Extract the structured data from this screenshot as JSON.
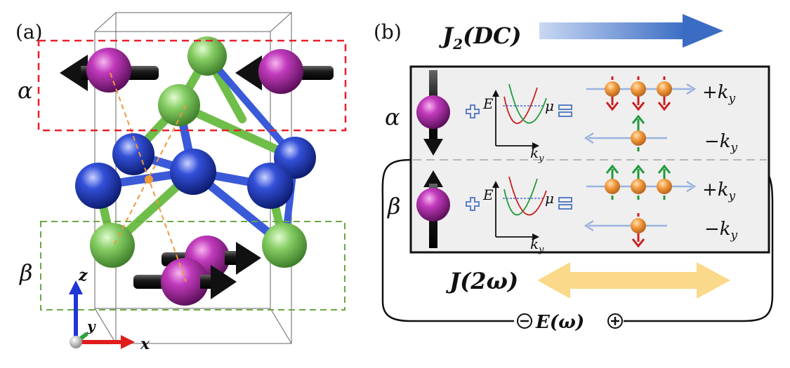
{
  "panel_a": {
    "label": "(a)",
    "alpha": "α",
    "beta": "β",
    "axes": {
      "z": "z",
      "y": "y",
      "x": "x"
    }
  },
  "panel_b": {
    "label": "(b)",
    "dc_current": {
      "base": "J",
      "sub": "2",
      "arg": "(DC)"
    },
    "ac_current": {
      "base": "J",
      "arg": "(2ω)"
    },
    "source": "E(ω)",
    "alpha": "α",
    "beta": "β",
    "band_axis_E": "E",
    "band_axis_k": "k",
    "band_axis_k_sub": "y",
    "mu": "μ",
    "plus_ky": "+k",
    "minus_ky": "−k",
    "ky_sub": "y"
  },
  "colors": {
    "alpha_box": "#e8202a",
    "beta_box": "#6aa843",
    "cation": "#a01a9c",
    "green_atom": "#6fbe4a",
    "blue_atom": "#2a47c9",
    "spin_up": "#2a9a3a",
    "spin_down": "#cc1f1f",
    "electron": "#f0983a",
    "dc_arrow": "#3f6fc4",
    "ac_arrow": "#fbd98a"
  }
}
